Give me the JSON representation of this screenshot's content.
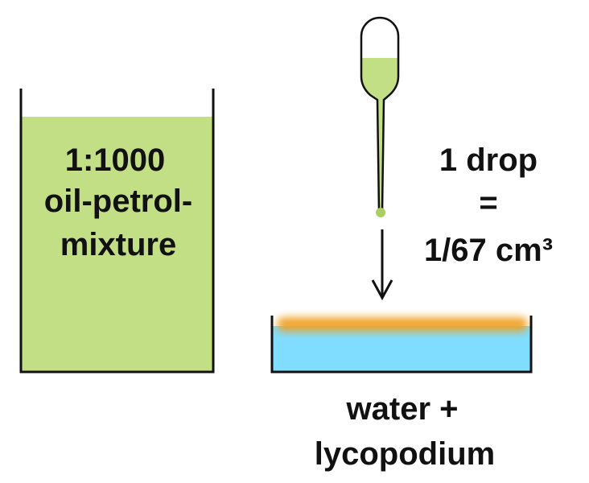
{
  "beaker": {
    "line1": "1:1000",
    "line2": "oil-petrol-",
    "line3": "mixture"
  },
  "drop_label": {
    "line1": "1 drop",
    "line2": "=",
    "line3": "1/67 cm³"
  },
  "tray_label": {
    "line1": "water +",
    "line2": "lycopodium"
  },
  "colors": {
    "mixture": "#c3df86",
    "water": "#80ddff",
    "lycopodium": "#f0a020",
    "outline": "#111111"
  }
}
